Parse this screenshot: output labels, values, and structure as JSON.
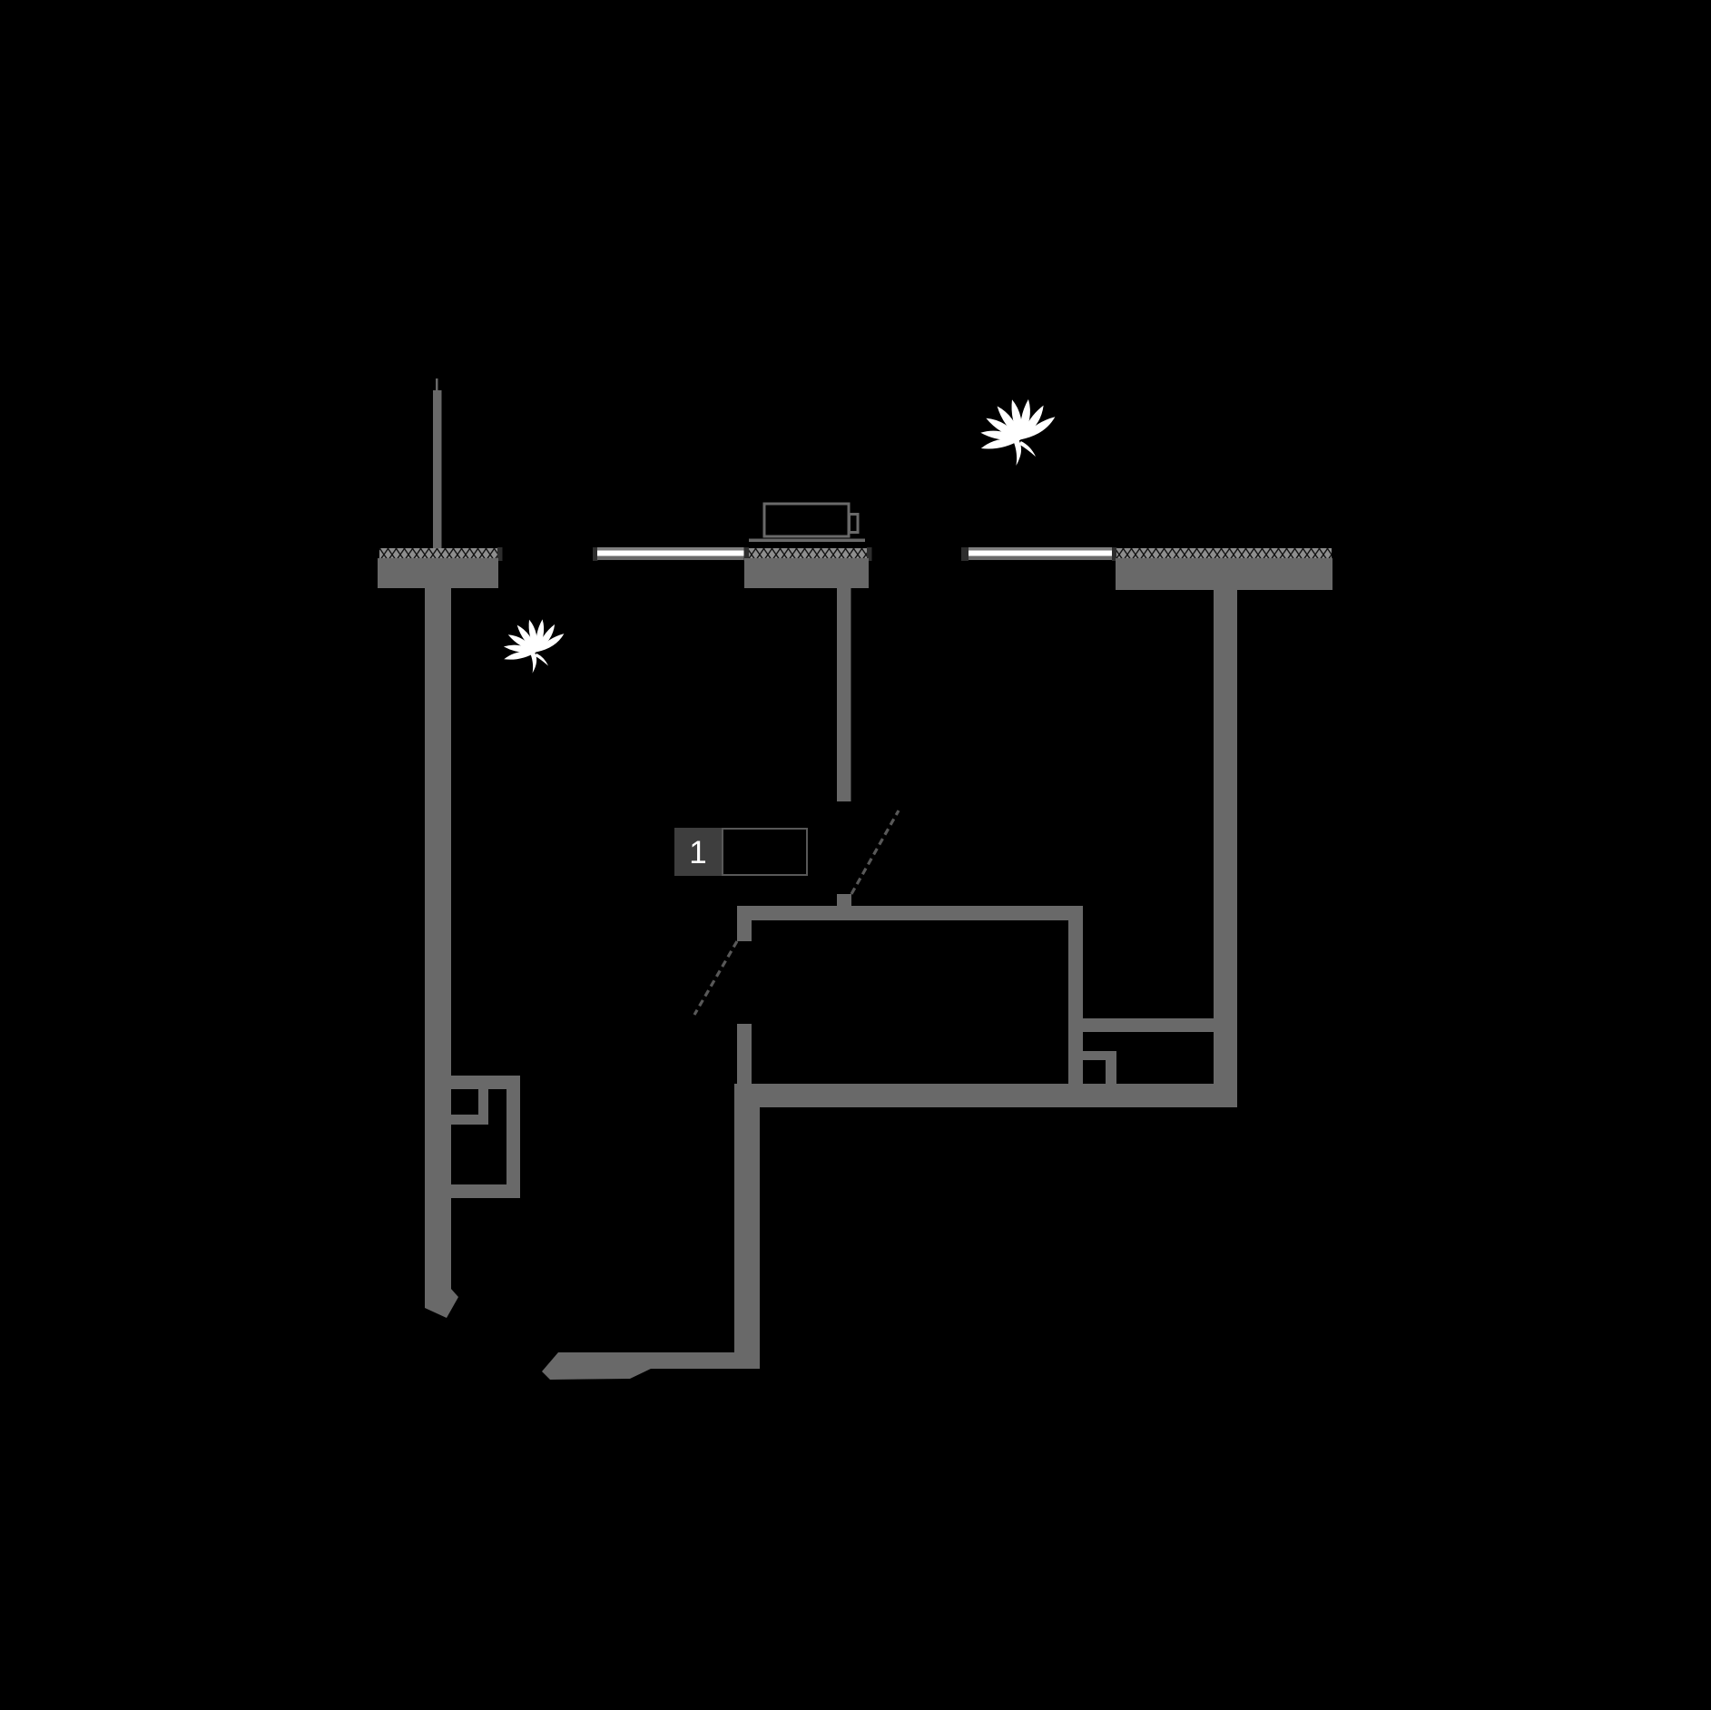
{
  "floorplan": {
    "unit_label": {
      "number": "1"
    },
    "icons": [
      {
        "name": "plant-icon-balcony-right"
      },
      {
        "name": "plant-icon-balcony-left"
      },
      {
        "name": "ac-unit-icon"
      }
    ],
    "colors": {
      "background": "#000000",
      "wall": "#696969",
      "wall-line": "#7f7f7f",
      "window-glass": "#ffffff",
      "window-cap": "#2d2d2d",
      "hatch-fill": "#8e8e8e",
      "hatch-line": "#131313",
      "dashed-door": "#585858",
      "label-box-fill": "#3e3e3e",
      "label-box-border": "#585858",
      "label-text": "#ffffff",
      "plant": "#ffffff"
    }
  }
}
